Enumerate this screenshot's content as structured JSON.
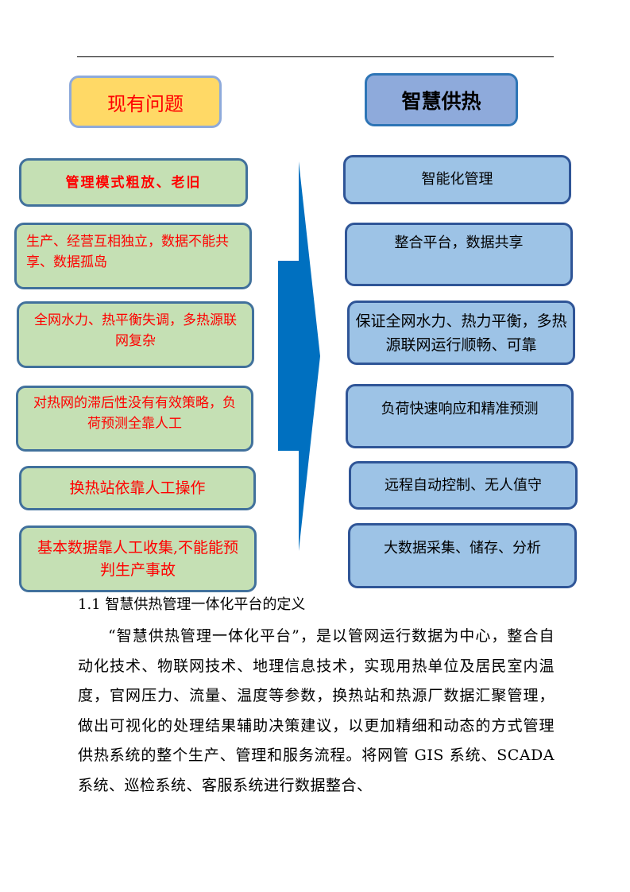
{
  "header_rule": true,
  "diagram": {
    "left_header": {
      "label": "现有问题",
      "fill": "#ffd966",
      "text_color": "#ff0000"
    },
    "right_header": {
      "label": "智慧供热",
      "fill": "#8eaadb",
      "text_color": "#000000"
    },
    "arrow": {
      "icon": "right-arrow-icon",
      "color": "#0070c0"
    },
    "problems": [
      {
        "text": "管理模式粗放、老旧"
      },
      {
        "text": "生产、经营互相独立，数据不能共享、数据孤岛"
      },
      {
        "text": "全网水力、热平衡失调，多热源联网复杂"
      },
      {
        "text": "对热网的滞后性没有有效策略，负荷预测全靠人工"
      },
      {
        "text": "换热站依靠人工操作"
      },
      {
        "text": "基本数据靠人工收集,不能能预判生产事故"
      }
    ],
    "solutions": [
      {
        "text": "智能化管理"
      },
      {
        "text": "整合平台，数据共享"
      },
      {
        "text": "保证全网水力、热力平衡，多热源联网运行顺畅、可靠"
      },
      {
        "text": "负荷快速响应和精准预测"
      },
      {
        "text": "远程自动控制、无人值守"
      },
      {
        "text": "大数据采集、储存、分析"
      }
    ],
    "colors": {
      "problem_fill": "#c5e0b4",
      "problem_border": "#41719c",
      "problem_text": "#ff0000",
      "solution_fill": "#9dc3e6",
      "solution_border": "#2f5597"
    }
  },
  "document": {
    "section_heading": "1.1 智慧供热管理一体化平台的定义",
    "paragraph": "“智慧供热管理一体化平台”，是以管网运行数据为中心，整合自动化技术、物联网技术、地理信息技术，实现用热单位及居民室内温度，官网压力、流量、温度等参数，换热站和热源厂数据汇聚管理，做出可视化的处理结果辅助决策建议，以更加精细和动态的方式管理供热系统的整个生产、管理和服务流程。将网管 GIS 系统、SCADA 系统、巡检系统、客服系统进行数据整合、"
  }
}
